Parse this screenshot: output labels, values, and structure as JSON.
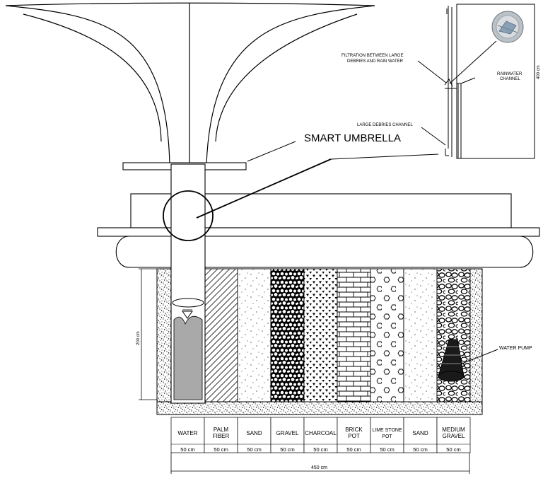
{
  "title": "SMART UMBRELLA",
  "inset": {
    "filtration_line1": "FILTRATION BETWEEN LARGE",
    "filtration_line2": "DEBRIES AND RAIN WATER",
    "rain_line1": "RAINWATER",
    "rain_line2": "CHANNEL",
    "debris": "LARGE DEBRIES CHANNEL",
    "height": "400 cm"
  },
  "tank_height": "200 cm",
  "pump_label": "WATER PUMP",
  "total_width": "450 cm",
  "layers": [
    {
      "line1": "WATER",
      "line2": "",
      "width": "50 cm",
      "pattern": "water"
    },
    {
      "line1": "PALM",
      "line2": "FIBER",
      "width": "50 cm",
      "pattern": "hatch"
    },
    {
      "line1": "SAND",
      "line2": "",
      "width": "50 cm",
      "pattern": "dots"
    },
    {
      "line1": "GRAVEL",
      "line2": "",
      "width": "50 cm",
      "pattern": "gravel"
    },
    {
      "line1": "CHARCOAL",
      "line2": "",
      "width": "50 cm",
      "pattern": "triangles"
    },
    {
      "line1": "BRICK",
      "line2": "POT",
      "width": "50 cm",
      "pattern": "brick"
    },
    {
      "line1": "LIME STONE",
      "line2": "POT",
      "width": "50 cm",
      "pattern": "hex"
    },
    {
      "line1": "SAND",
      "line2": "",
      "width": "50 cm",
      "pattern": "dots"
    },
    {
      "line1": "MEDIUM",
      "line2": "GRAVEL",
      "width": "50 cm",
      "pattern": "medgravel"
    }
  ]
}
